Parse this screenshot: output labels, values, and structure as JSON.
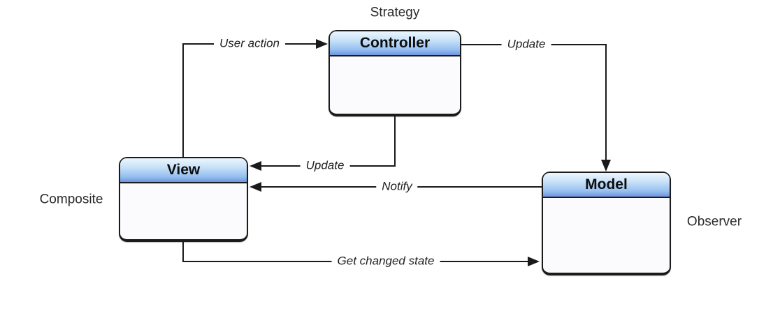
{
  "diagram": {
    "description": "Model-View-Controller pattern diagram with related design patterns",
    "background_color": "#ffffff",
    "colors": {
      "box_border": "#1b1b1b",
      "box_body": "#fbfbfd",
      "header_gradient_top": "#ecf7fe",
      "header_gradient_bottom": "#7392de",
      "line": "#1a1a1a",
      "text": "#1f1f1f"
    },
    "nodes": [
      {
        "id": "controller",
        "title": "Controller",
        "pattern": "Strategy"
      },
      {
        "id": "view",
        "title": "View",
        "pattern": "Composite"
      },
      {
        "id": "model",
        "title": "Model",
        "pattern": "Observer"
      }
    ],
    "edges": [
      {
        "id": "user-action",
        "label": "User action",
        "from": "view",
        "to": "controller"
      },
      {
        "id": "update-model",
        "label": "Update",
        "from": "controller",
        "to": "model"
      },
      {
        "id": "update-view",
        "label": "Update",
        "from": "controller",
        "to": "view"
      },
      {
        "id": "notify",
        "label": "Notify",
        "from": "model",
        "to": "view"
      },
      {
        "id": "get-changed-state",
        "label": "Get changed state",
        "from": "view",
        "to": "model"
      }
    ]
  }
}
